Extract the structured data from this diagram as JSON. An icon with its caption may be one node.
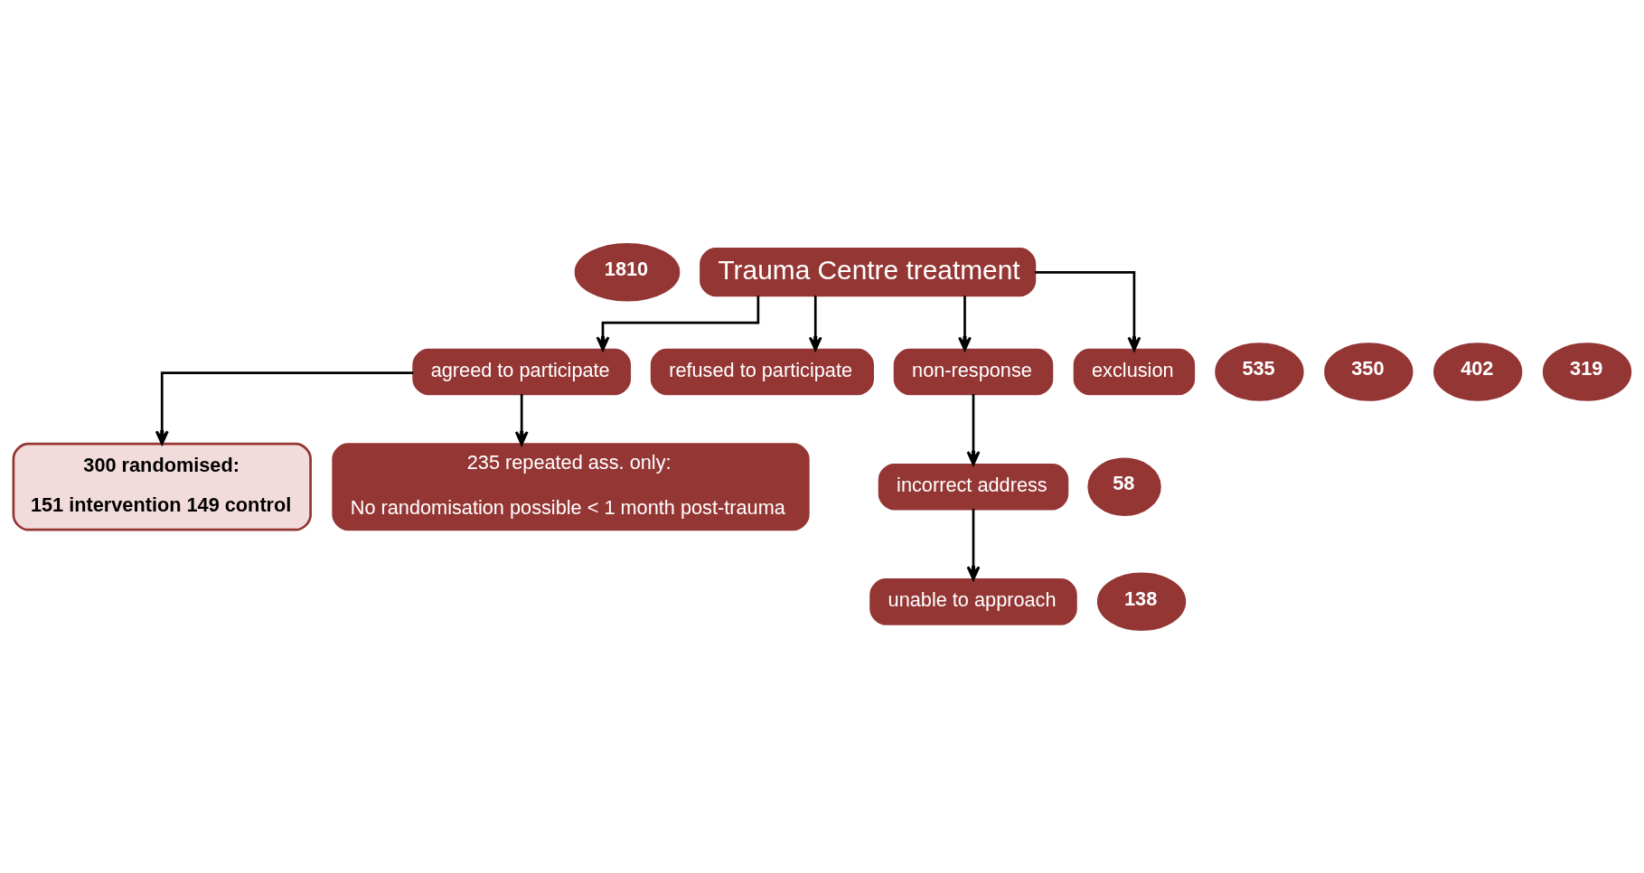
{
  "diagram": {
    "nodes": [
      {
        "text": [
          "1810"
        ]
      },
      {
        "text": [
          "Trauma Centre treatment"
        ]
      },
      {
        "text": [
          "535"
        ]
      },
      {
        "text": [
          "agreed to participate"
        ]
      },
      {
        "text": [
          "350"
        ]
      },
      {
        "text": [
          "refused to participate"
        ]
      },
      {
        "text": [
          "402"
        ]
      },
      {
        "text": [
          "non-response"
        ]
      },
      {
        "text": [
          "319"
        ]
      },
      {
        "text": [
          "exclusion"
        ]
      },
      {
        "text": [
          "58"
        ]
      },
      {
        "text": [
          "incorrect address"
        ]
      },
      {
        "text": [
          "138"
        ]
      },
      {
        "text": [
          "unable to approach"
        ]
      },
      {
        "text": [
          "300 randomised:",
          "151 intervention 149 control"
        ]
      },
      {
        "text": [
          "235 repeated ass. only:",
          "No randomisation possible < 1 month post-trauma"
        ]
      }
    ],
    "edges": [
      {
        "from": 1,
        "to": 3,
        "arrow": "to"
      },
      {
        "from": 1,
        "to": 5,
        "arrow": "to"
      },
      {
        "from": 1,
        "to": 7,
        "arrow": "to"
      },
      {
        "from": 1,
        "to": 9,
        "arrow": "to"
      },
      {
        "from": 7,
        "to": 11,
        "arrow": "to"
      },
      {
        "from": 11,
        "to": 13,
        "arrow": "to"
      },
      {
        "from": 3,
        "to": 14,
        "arrow": "to"
      },
      {
        "from": 3,
        "to": 15,
        "arrow": "to"
      }
    ]
  }
}
